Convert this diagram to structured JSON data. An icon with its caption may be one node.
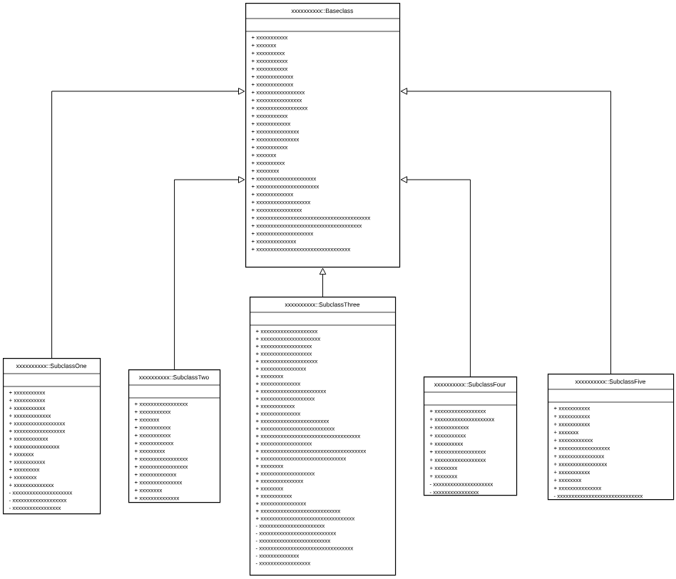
{
  "diagram": {
    "nodes": [
      {
        "text": [
          "xxxxxxxxxx::Baseclass",
          "+ xxxxxxxxxxx",
          "+ xxxxxxx",
          "+ xxxxxxxxxx",
          "+ xxxxxxxxxxx",
          "+ xxxxxxxxxxx",
          "+ xxxxxxxxxxxxx",
          "+ xxxxxxxxxxxxx",
          "+ xxxxxxxxxxxxxxxxx",
          "+ xxxxxxxxxxxxxxxx",
          "+ xxxxxxxxxxxxxxxxxx",
          "+ xxxxxxxxxxx",
          "+ xxxxxxxxxxxx",
          "+ xxxxxxxxxxxxxxx",
          "+ xxxxxxxxxxxxxxx",
          "+ xxxxxxxxxxx",
          "+ xxxxxxx",
          "+ xxxxxxxxxx",
          "+ xxxxxxxx",
          "+ xxxxxxxxxxxxxxxxxxxxx",
          "+ xxxxxxxxxxxxxxxxxxxxxx",
          "+ xxxxxxxxxxxxx",
          "+ xxxxxxxxxxxxxxxxxxx",
          "+ xxxxxxxxxxxxxxxx",
          "+ xxxxxxxxxxxxxxxxxxxxxxxxxxxxxxxxxxxxxxxx",
          "+ xxxxxxxxxxxxxxxxxxxxxxxxxxxxxxxxxxxxx",
          "+ xxxxxxxxxxxxxxxxxxxx",
          "+ xxxxxxxxxxxxxx",
          "+ xxxxxxxxxxxxxxxxxxxxxxxxxxxxxxxxx"
        ]
      },
      {
        "text": [
          "xxxxxxxxxx::SubclassOne",
          "+ xxxxxxxxxxx",
          "+ xxxxxxxxxxx",
          "+ xxxxxxxxxxx",
          "+ xxxxxxxxxxxxx",
          "+ xxxxxxxxxxxxxxxxxx",
          "+ xxxxxxxxxxxxxxxxxx",
          "+ xxxxxxxxxxxx",
          "+ xxxxxxxxxxxxxxxx",
          "+ xxxxxxx",
          "+ xxxxxxxxxxx",
          "+ xxxxxxxxx",
          "+ xxxxxxxx",
          "+ xxxxxxxxxxxxxx",
          "- xxxxxxxxxxxxxxxxxxxxx",
          "- xxxxxxxxxxxxxxxxxxx",
          "- xxxxxxxxxxxxxxxxx"
        ]
      },
      {
        "text": [
          "xxxxxxxxxx::SubclassTwo",
          "+ xxxxxxxxxxxxxxxxx",
          "+ xxxxxxxxxxx",
          "+ xxxxxxx",
          "+ xxxxxxxxxxx",
          "+ xxxxxxxxxxx",
          "+ xxxxxxxxxxxx",
          "+ xxxxxxxxx",
          "+ xxxxxxxxxxxxxxxxx",
          "+ xxxxxxxxxxxxxxxxx",
          "+ xxxxxxxxxxxxx",
          "+ xxxxxxxxxxxxxxx",
          "+ xxxxxxxx",
          "+ xxxxxxxxxxxxxx"
        ]
      },
      {
        "text": [
          "xxxxxxxxxx::SubclassThree",
          "+ xxxxxxxxxxxxxxxxxxxx",
          "+ xxxxxxxxxxxxxxxxxxxxx",
          "+ xxxxxxxxxxxxxxxxxx",
          "+ xxxxxxxxxxxxxxxxxx",
          "+ xxxxxxxxxxxxxxxxxxxx",
          "+ xxxxxxxxxxxxxxxx",
          "+ xxxxxxxx",
          "+ xxxxxxxxxxxxxx",
          "+ xxxxxxxxxxxxxxxxxxxxxxx",
          "+ xxxxxxxxxxxxxxxxxxx",
          "+ xxxxxxxxxxxx",
          "+ xxxxxxxxxxxxxx",
          "+ xxxxxxxxxxxxxxxxxxxxxxxx",
          "+ xxxxxxxxxxxxxxxxxxxxxxxxxx",
          "+ xxxxxxxxxxxxxxxxxxxxxxxxxxxxxxxxxxx",
          "+ xxxxxxxxxxxxxxxxxx",
          "+ xxxxxxxxxxxxxxxxxxxxxxxxxxxxxxxxxxxxx",
          "+ xxxxxxxxxxxxxxxxxxxxxxxxxxxxxx",
          "+ xxxxxxxx",
          "+ xxxxxxxxxxxxxxxxxxx",
          "+ xxxxxxxxxxxxxxx",
          "+ xxxxxxxx",
          "+ xxxxxxxxxxx",
          "+ xxxxxxxxxxxxxxxx",
          "+ xxxxxxxxxxxxxxxxxxxxxxxxxxxx",
          "+ xxxxxxxxxxxxxxxxxxxxxxxxxxxxxxxxx",
          "- xxxxxxxxxxxxxxxxxxxxxxx",
          "- xxxxxxxxxxxxxxxxxxxxxxxxxxx",
          "- xxxxxxxxxxxxxxxxxxxxxxxxx",
          "- xxxxxxxxxxxxxxxxxxxxxxxxxxxxxxxxx",
          "- xxxxxxxxxxxxxx",
          "- xxxxxxxxxxxxxxxxxx"
        ]
      },
      {
        "text": [
          "xxxxxxxxxx::SubclassFour",
          "+ xxxxxxxxxxxxxxxxxx",
          "+ xxxxxxxxxxxxxxxxxxxxx",
          "+ xxxxxxxxxxxx",
          "+ xxxxxxxxxxx",
          "+ xxxxxxxxxx",
          "+ xxxxxxxxxxxxxxxxxx",
          "+ xxxxxxxxxxxxxxxxxx",
          "+ xxxxxxxx",
          "+ xxxxxxxx",
          "- xxxxxxxxxxxxxxxxxxxxx",
          "- xxxxxxxxxxxxxxxx"
        ]
      },
      {
        "text": [
          "xxxxxxxxxx::SubclassFive",
          "+ xxxxxxxxxxx",
          "+ xxxxxxxxxxx",
          "+ xxxxxxxxxxx",
          "+ xxxxxxx",
          "+ xxxxxxxxxxxx",
          "+ xxxxxxxxxxxxxxxxxx",
          "+ xxxxxxxxxxxxxxxx",
          "+ xxxxxxxxxxxxxxxxx",
          "+ xxxxxxxxxxx",
          "+ xxxxxxxx",
          "+ xxxxxxxxxxxxxxx",
          "- xxxxxxxxxxxxxxxxxxxxxxxxxxxxxx"
        ]
      }
    ],
    "edges": [
      {
        "from": 1,
        "to": 0,
        "arrow": "to"
      },
      {
        "from": 2,
        "to": 0,
        "arrow": "to"
      },
      {
        "from": 3,
        "to": 0,
        "arrow": "to"
      },
      {
        "from": 4,
        "to": 0,
        "arrow": "to"
      },
      {
        "from": 5,
        "to": 0,
        "arrow": "to"
      }
    ]
  }
}
